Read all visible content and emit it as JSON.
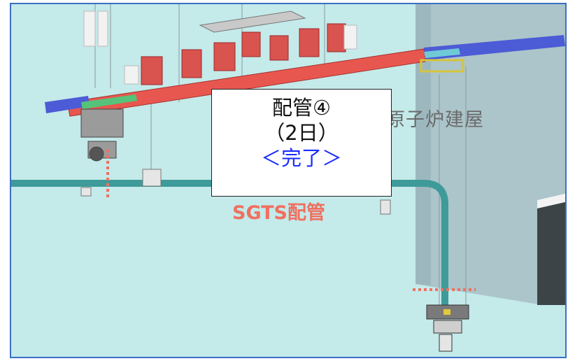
{
  "callout": {
    "line1": "配管④",
    "line2": "（2日）",
    "line3": "＜完了＞"
  },
  "labels": {
    "building": "原子炉建屋",
    "pipe": "SGTS配管"
  },
  "colors": {
    "background": "#c4eaea",
    "girder": "#e8574f",
    "girder_ends": "#4c5bd6",
    "pipe": "#4aa3a3",
    "building_wall": "#a9c6cb",
    "pipe_label": "#f07060",
    "status_text": "#1a2cff",
    "frame_border": "#3b6fc4"
  }
}
